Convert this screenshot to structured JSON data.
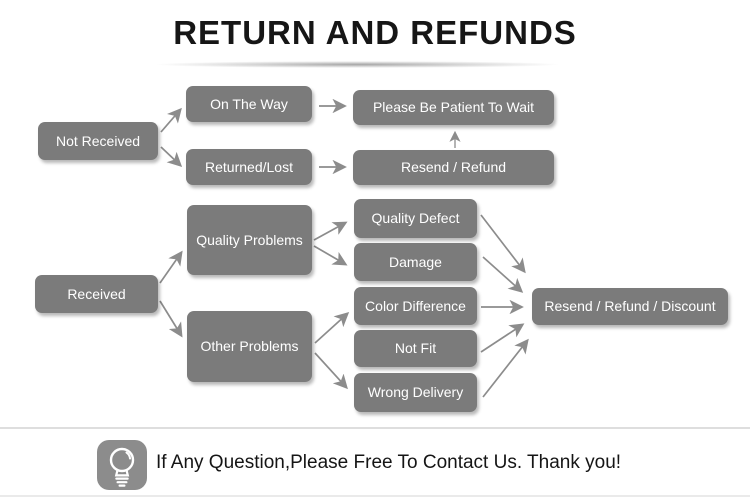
{
  "title": "RETURN AND REFUNDS",
  "nodes": {
    "not_received": "Not Received",
    "on_the_way": "On The Way",
    "returned_lost": "Returned/Lost",
    "please_wait": "Please Be Patient To Wait",
    "resend_refund": "Resend / Refund",
    "received": "Received",
    "quality_problems": "Quality Problems",
    "other_problems": "Other Problems",
    "quality_defect": "Quality Defect",
    "damage": "Damage",
    "color_difference": "Color Difference",
    "not_fit": "Not Fit",
    "wrong_delivery": "Wrong Delivery",
    "resend_refund_discount": "Resend / Refund / Discount"
  },
  "edges": [
    {
      "from": "Not Received",
      "to": "On The Way"
    },
    {
      "from": "Not Received",
      "to": "Returned/Lost"
    },
    {
      "from": "On The Way",
      "to": "Please Be Patient To Wait"
    },
    {
      "from": "Returned/Lost",
      "to": "Resend / Refund"
    },
    {
      "from": "Resend / Refund",
      "to": "Please Be Patient To Wait"
    },
    {
      "from": "Received",
      "to": "Quality Problems"
    },
    {
      "from": "Received",
      "to": "Other Problems"
    },
    {
      "from": "Quality Problems",
      "to": "Quality Defect"
    },
    {
      "from": "Quality Problems",
      "to": "Damage"
    },
    {
      "from": "Other Problems",
      "to": "Color Difference"
    },
    {
      "from": "Other Problems",
      "to": "Wrong Delivery"
    },
    {
      "from": "Quality Defect",
      "to": "Resend / Refund / Discount"
    },
    {
      "from": "Damage",
      "to": "Resend / Refund / Discount"
    },
    {
      "from": "Color Difference",
      "to": "Resend / Refund / Discount"
    },
    {
      "from": "Not Fit",
      "to": "Resend / Refund / Discount"
    },
    {
      "from": "Wrong Delivery",
      "to": "Resend / Refund / Discount"
    }
  ],
  "footer": {
    "icon": "lightbulb-icon",
    "message": "If Any Question,Please Free To Contact Us. Thank you!"
  },
  "colors": {
    "node_bg": "#7b7b7b",
    "node_text": "#ffffff",
    "arrow": "#8c8c8c",
    "title_text": "#161616",
    "divider": "#dedede",
    "footer_icon_bg": "#8c8c8c"
  }
}
